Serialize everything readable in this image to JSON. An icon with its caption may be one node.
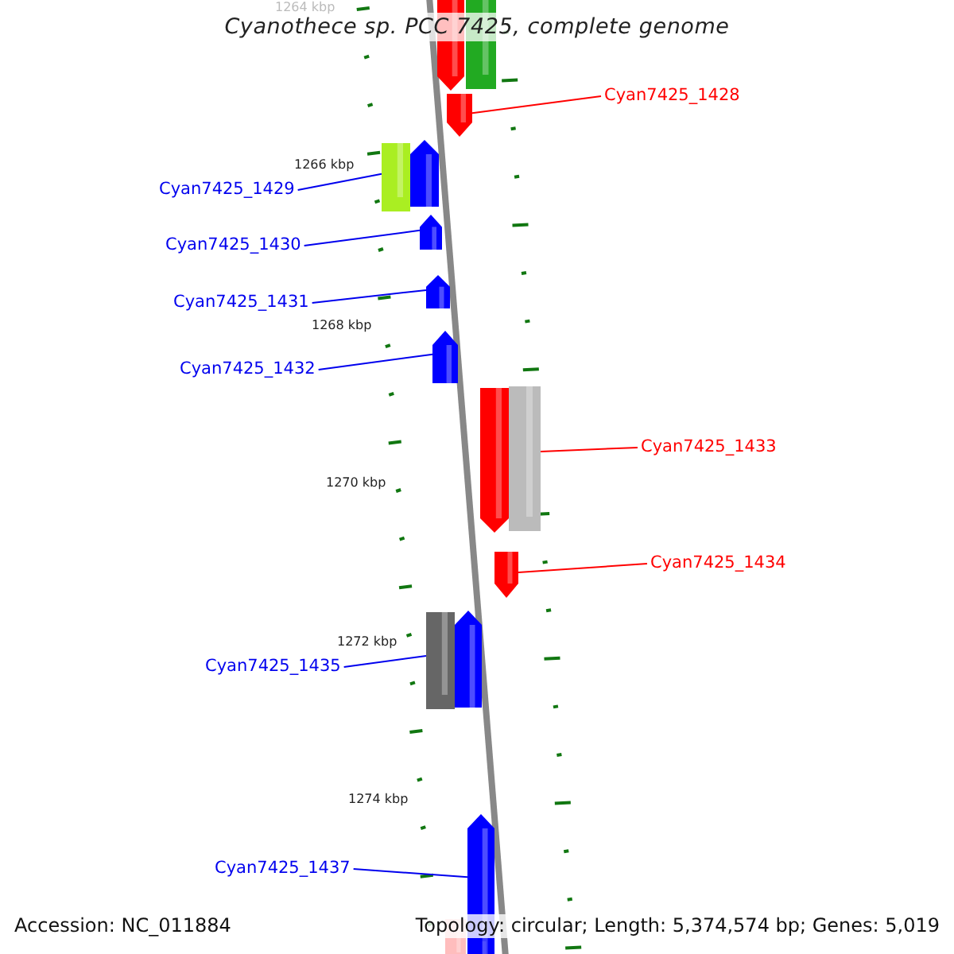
{
  "diagram": {
    "title": "Cyanothece sp. PCC 7425, complete genome",
    "nodes": [
      {
        "text": [
          "Cyan7425_1428"
        ]
      },
      {
        "text": [
          "Cyan7425_1429"
        ]
      },
      {
        "text": [
          "Cyan7425_1430"
        ]
      },
      {
        "text": [
          "Cyan7425_1431"
        ]
      },
      {
        "text": [
          "Cyan7425_1432"
        ]
      },
      {
        "text": [
          "Cyan7425_1433"
        ]
      },
      {
        "text": [
          "Cyan7425_1434"
        ]
      },
      {
        "text": [
          "Cyan7425_1435"
        ]
      },
      {
        "text": [
          "Cyan7425_1437"
        ]
      },
      {
        "text": [],
        "shape": "pentagon"
      },
      {
        "text": [],
        "shape": "bar"
      },
      {
        "text": [],
        "shape": "pentagon"
      },
      {
        "text": [],
        "shape": "bar"
      },
      {
        "text": [],
        "shape": "pentagon"
      },
      {
        "text": [],
        "shape": "pentagon"
      },
      {
        "text": [],
        "shape": "pentagon"
      },
      {
        "text": [],
        "shape": "pentagon"
      },
      {
        "text": [],
        "shape": "pentagon"
      },
      {
        "text": [],
        "shape": "bar"
      },
      {
        "text": [],
        "shape": "pentagon"
      },
      {
        "text": [],
        "shape": "bar"
      },
      {
        "text": [],
        "shape": "pentagon"
      },
      {
        "text": [],
        "shape": "pentagon"
      },
      {
        "text": [],
        "shape": "bar"
      },
      {
        "text": [],
        "shape": "pentagon"
      }
    ],
    "edges": [
      {
        "from": 0,
        "to": 11,
        "arrow": "none",
        "color": "#ff0000"
      },
      {
        "from": 1,
        "to": 12,
        "arrow": "none"
      },
      {
        "from": 2,
        "to": 14,
        "arrow": "none"
      },
      {
        "from": 3,
        "to": 15,
        "arrow": "none"
      },
      {
        "from": 4,
        "to": 16,
        "arrow": "none"
      },
      {
        "from": 5,
        "to": 18,
        "arrow": "none",
        "color": "#ff0000"
      },
      {
        "from": 6,
        "to": 19,
        "arrow": "none",
        "color": "#ff0000"
      },
      {
        "from": 7,
        "to": 20,
        "arrow": "none"
      },
      {
        "from": 8,
        "to": 22,
        "arrow": "none"
      }
    ],
    "labels": [
      "1264 kbp",
      "1266 kbp",
      "1268 kbp",
      "1270 kbp",
      "1272 kbp",
      "1274 kbp",
      "Accession: NC_011884",
      "Topology: circular; Length: 5,374,574 bp; Genes: 5,019"
    ]
  }
}
